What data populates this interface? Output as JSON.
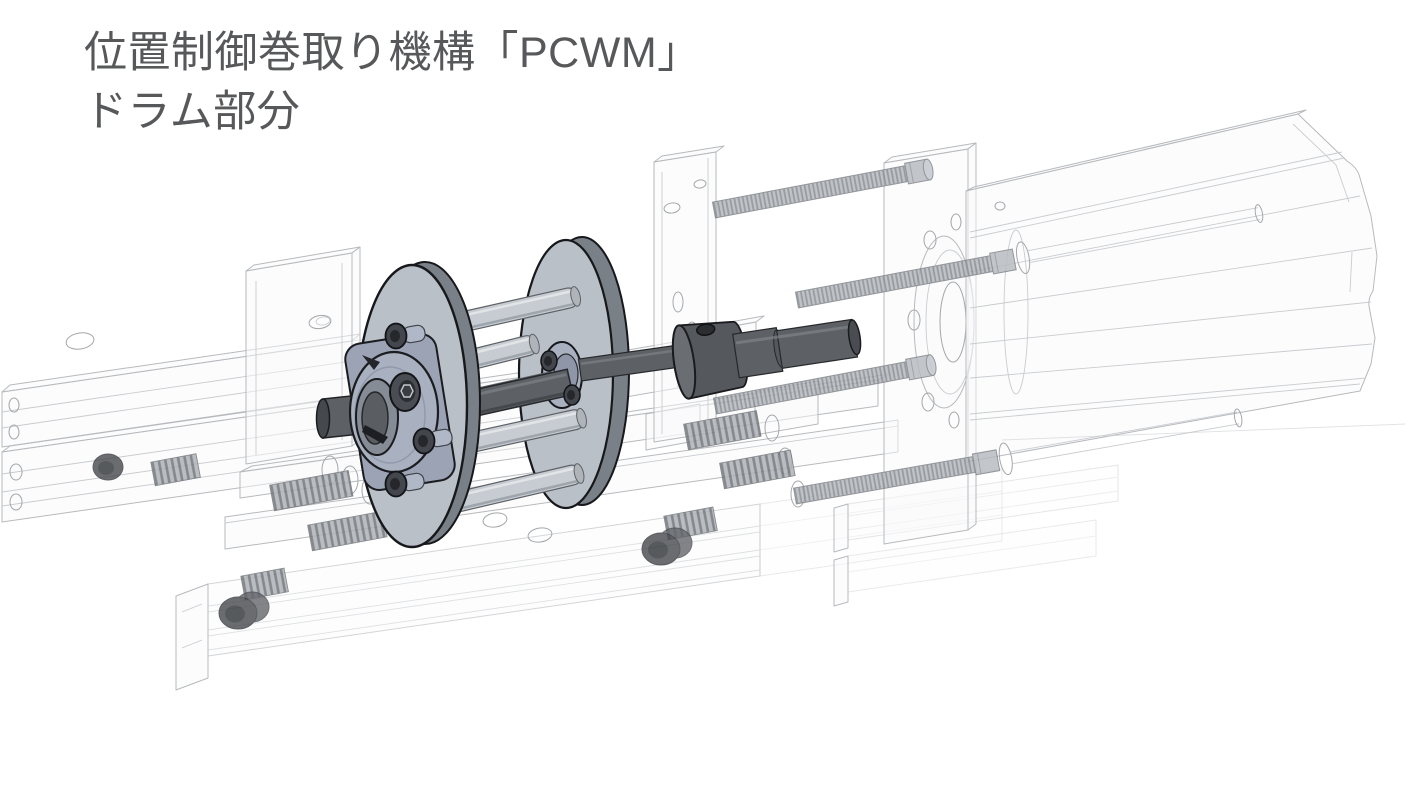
{
  "page": {
    "background": "#ffffff",
    "language": "ja"
  },
  "title": {
    "line1": "位置制御巻取り機構「PCWM」",
    "line2": "ドラム部分",
    "color": "#57585a"
  },
  "figure": {
    "kind": "3d-cad-isometric-view",
    "opaque_assembly": "winding drum with flanges, tie rods, shaft, clamp hub and shaft collar",
    "transparent_parts": [
      "base frame extrusion rails",
      "slide plates",
      "left bearing bracket",
      "right bearing bracket",
      "motor mount plate",
      "motor body",
      "threaded rods",
      "compression springs",
      "cap screws"
    ],
    "colors": {
      "flange_face": "#b9c0c8",
      "flange_rim": "#7a8088",
      "drum_rod": "#c7ccd2",
      "drum_rod_shade": "#959ca3",
      "shaft": "#5d6165",
      "shaft_dark": "#45484c",
      "hub": "#a9b0c0",
      "hub_plate": "#9ba3b5",
      "hub_shade": "#8890a4",
      "collar": "#55595e",
      "screw_head": "#43464c",
      "screw_socket": "#25272b",
      "wireframe": "#b7babd",
      "thread": "#82868b",
      "outline": "#17181b",
      "title_text": "#57585a",
      "background": "#ffffff"
    }
  }
}
